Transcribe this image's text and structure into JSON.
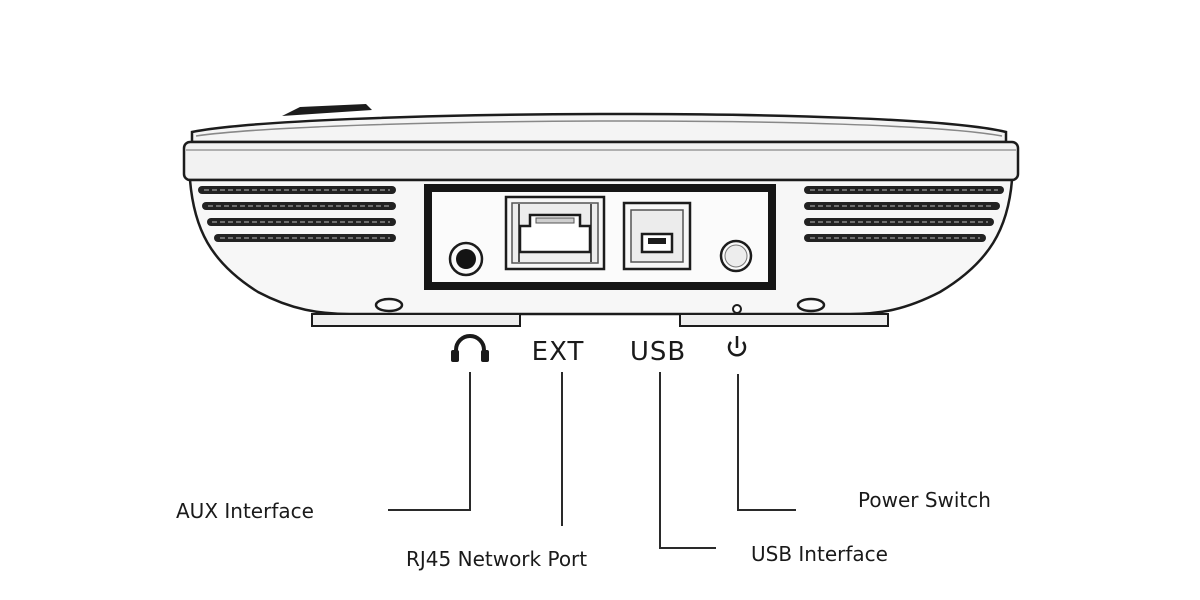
{
  "port_labels": {
    "ext": "EXT",
    "usb": "USB"
  },
  "icons": {
    "aux": "headphones-icon",
    "power": "power-icon"
  },
  "callouts": {
    "aux": "AUX Interface",
    "rj45": "RJ45 Network Port",
    "usb": "USB Interface",
    "power": "Power Switch"
  }
}
